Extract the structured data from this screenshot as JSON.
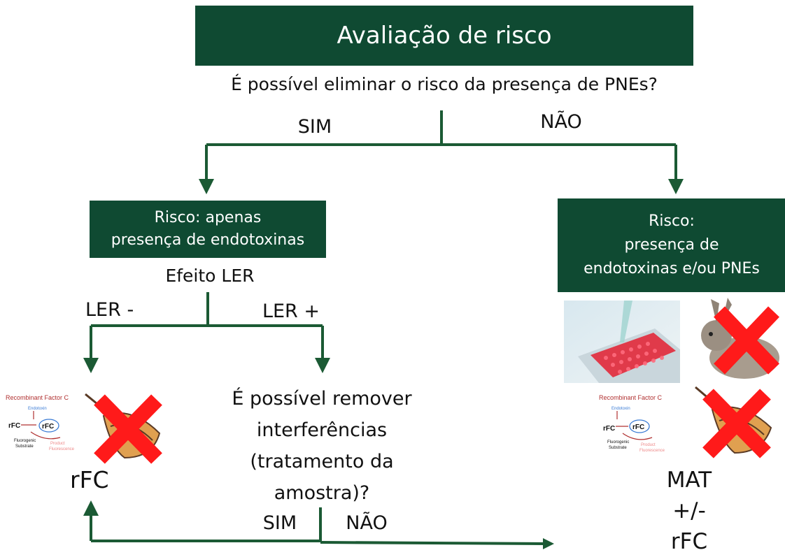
{
  "title": "Avaliação de risco",
  "question1": "É possível eliminar o risco da presença de PNEs?",
  "branch1": {
    "yes": "SIM",
    "no": "NÃO"
  },
  "left_box": {
    "line1": "Risco: apenas",
    "line2": "presença de endotoxinas"
  },
  "right_box": {
    "line1": "Risco:",
    "line2": "presença de",
    "line3": "endotoxinas e/ou PNEs"
  },
  "effect_label": "Efeito LER",
  "ler": {
    "minus": "LER -",
    "plus": "LER +"
  },
  "question2": {
    "line1": "É possível remover",
    "line2": "interferências",
    "line3": "(tratamento da",
    "line4": "amostra)?"
  },
  "branch2": {
    "yes": "SIM",
    "no": "NÃO"
  },
  "result_left": "rFC",
  "result_right": {
    "line1": "MAT",
    "line2": "+/-",
    "line3": "rFC"
  },
  "rfc_figure": {
    "title": "Recombinant Factor C",
    "endotoxin": "Endotoxin",
    "rfc": "rFC",
    "substrate1": "Fluorogenic",
    "substrate2": "Substrate",
    "product1": "Product",
    "product2": "Fluorescence"
  },
  "colors": {
    "box_green": "#0f4a32",
    "line_green": "#1b5a34",
    "cross_red": "#ff1a1a"
  },
  "icons": [
    "recombinant-factor-c-figure",
    "horseshoe-crab-icon",
    "microplate-photo",
    "rabbit-icon",
    "red-x-icon"
  ]
}
